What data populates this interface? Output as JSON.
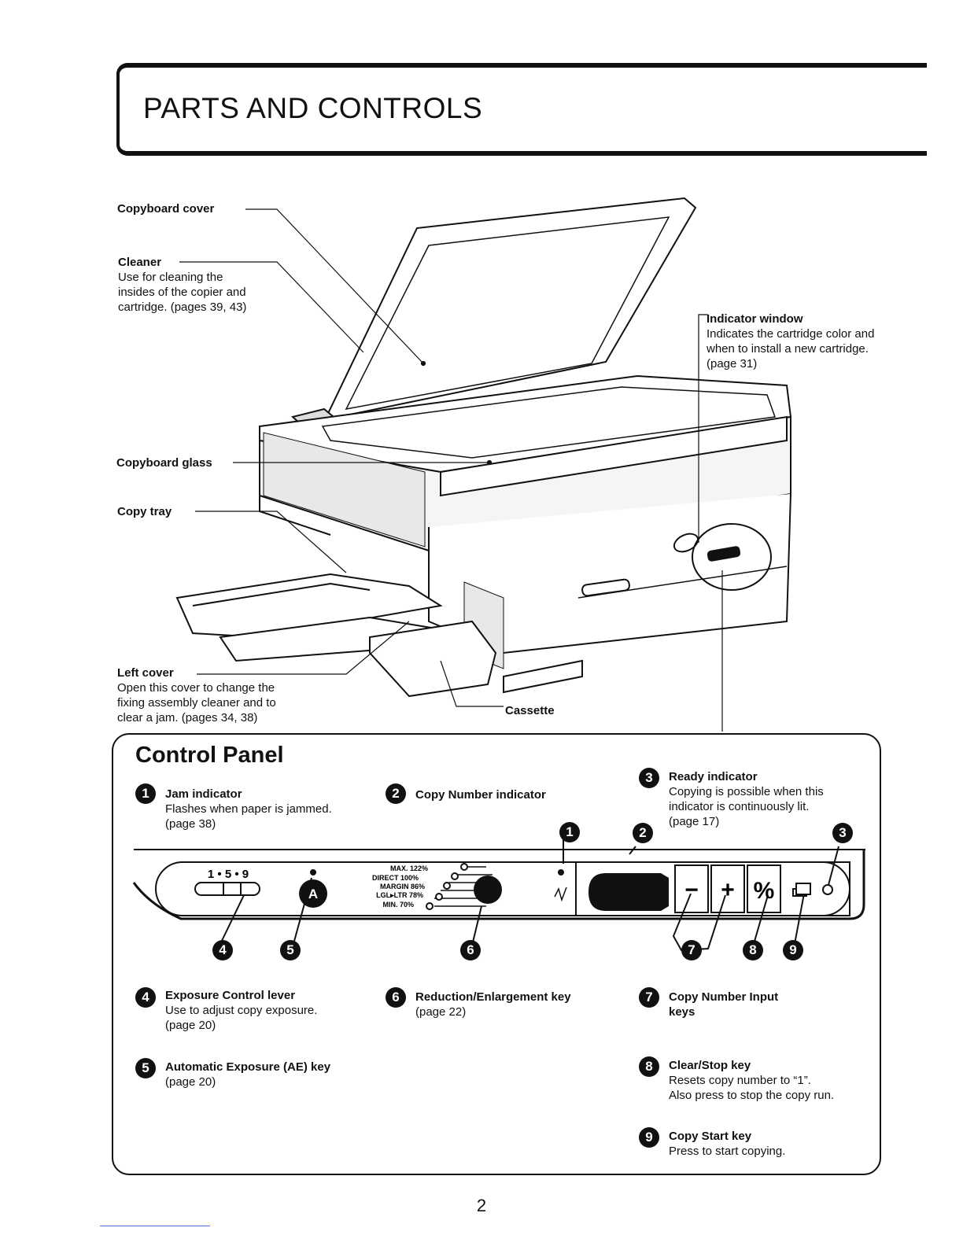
{
  "header": {
    "title": "PARTS AND CONTROLS"
  },
  "diagram_labels": {
    "copyboard_cover": "Copyboard cover",
    "cleaner_title": "Cleaner",
    "cleaner_desc": [
      "Use for cleaning the",
      "insides of the copier and",
      "cartridge. (pages 39, 43)"
    ],
    "indicator_window_title": "Indicator window",
    "indicator_window_desc": [
      "Indicates the cartridge color and",
      "when to install a new cartridge.",
      "(page 31)"
    ],
    "copyboard_glass": "Copyboard glass",
    "copy_tray": "Copy tray",
    "left_cover_title": "Left cover",
    "left_cover_desc": [
      "Open this cover to change the",
      "fixing assembly cleaner and to",
      "clear a jam. (pages 34, 38)"
    ],
    "cassette": "Cassette"
  },
  "control_panel": {
    "title": "Control Panel",
    "items": [
      {
        "num": "1",
        "title": "Jam indicator",
        "desc": [
          "Flashes when paper is jammed.",
          "(page 38)"
        ]
      },
      {
        "num": "2",
        "title": "Copy Number indicator",
        "desc": []
      },
      {
        "num": "3",
        "title": "Ready indicator",
        "desc": [
          "Copying is possible when this",
          "indicator is continuously lit.",
          "(page 17)"
        ]
      },
      {
        "num": "4",
        "title": "Exposure Control lever",
        "desc": [
          "Use to adjust copy exposure.",
          "(page 20)"
        ]
      },
      {
        "num": "5",
        "title": "Automatic Exposure (AE) key",
        "desc": [
          "(page 20)"
        ]
      },
      {
        "num": "6",
        "title": "Reduction/Enlargement key",
        "desc": [
          "(page 22)"
        ]
      },
      {
        "num": "7",
        "title": "Copy Number Input",
        "title2": "keys",
        "desc": []
      },
      {
        "num": "8",
        "title": "Clear/Stop key",
        "desc": [
          "Resets copy number to “1”.",
          "Also press to stop the copy run."
        ]
      },
      {
        "num": "9",
        "title": "Copy Start key",
        "desc": [
          "Press to start copying."
        ]
      }
    ],
    "panel": {
      "exposure_scale": "1 • 5 • 9",
      "ae_key": "A",
      "ratios": [
        "MAX. 122%",
        "DIRECT 100%",
        "MARGIN 86%",
        "LGL▸LTR 78%",
        "MIN. 70%"
      ],
      "minus_key": "−",
      "plus_key": "+",
      "clear_key": "%"
    }
  },
  "page_number": "2"
}
